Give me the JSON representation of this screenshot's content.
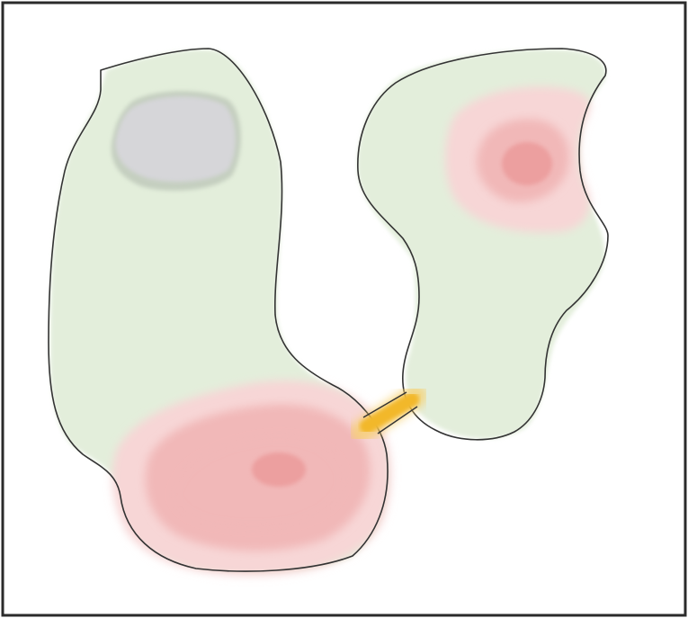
{
  "map": {
    "style": "hand-drawn sketch",
    "colors": {
      "frame": "#2b2b2b",
      "background": "#ffffff",
      "outline": "#333333",
      "land": "#e3eedb",
      "heat_light": "#f7d6d6",
      "heat_mid": "#f1b8b8",
      "heat_core": "#ec9f9f",
      "gray_zone": "#d6d6d9",
      "gray_zone_edge": "#c5cfc0",
      "bridge": "#f2b829",
      "bridge_glow": "#f7cf6a"
    },
    "regions": [
      {
        "id": "west",
        "name": ""
      },
      {
        "id": "east",
        "name": ""
      }
    ],
    "hotspots": [
      {
        "id": "southwest",
        "intensity_levels": 4
      },
      {
        "id": "northeast",
        "intensity_levels": 3
      }
    ],
    "connector": {
      "id": "bridge",
      "icon": "bridge-icon"
    }
  }
}
